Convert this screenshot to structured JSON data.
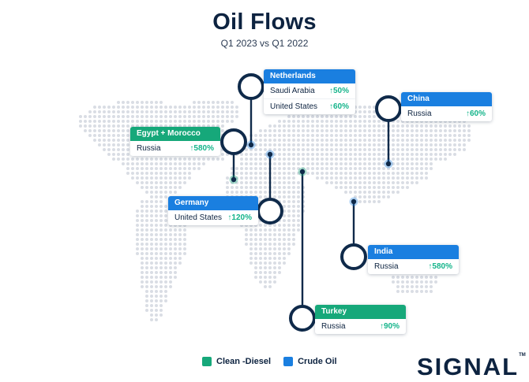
{
  "header": {
    "title": "Oil Flows",
    "subtitle": "Q1 2023 vs Q1 2022"
  },
  "colors": {
    "clean_diesel": "#16a87a",
    "crude_oil": "#1a7fe0",
    "pin": "#0f2a4a",
    "dot": "#d9dde4"
  },
  "callouts": [
    {
      "id": "netherlands",
      "name": "Netherlands",
      "type": "crude_oil",
      "rows": [
        {
          "country": "Saudi Arabia",
          "change": "↑50%"
        },
        {
          "country": "United States",
          "change": "↑60%"
        }
      ]
    },
    {
      "id": "china",
      "name": "China",
      "type": "crude_oil",
      "rows": [
        {
          "country": "Russia",
          "change": "↑60%"
        }
      ]
    },
    {
      "id": "egypt-morocco",
      "name": "Egypt + Morocco",
      "type": "clean_diesel",
      "rows": [
        {
          "country": "Russia",
          "change": "↑580%"
        }
      ]
    },
    {
      "id": "germany",
      "name": "Germany",
      "type": "crude_oil",
      "rows": [
        {
          "country": "United States",
          "change": "↑120%"
        }
      ]
    },
    {
      "id": "india",
      "name": "India",
      "type": "crude_oil",
      "rows": [
        {
          "country": "Russia",
          "change": "↑580%"
        }
      ]
    },
    {
      "id": "turkey",
      "name": "Turkey",
      "type": "clean_diesel",
      "rows": [
        {
          "country": "Russia",
          "change": "↑90%"
        }
      ]
    }
  ],
  "legend": {
    "clean_diesel": "Clean -Diesel",
    "crude_oil": "Crude Oil"
  },
  "brand": {
    "name": "SIGNAL",
    "tm": "TM"
  }
}
